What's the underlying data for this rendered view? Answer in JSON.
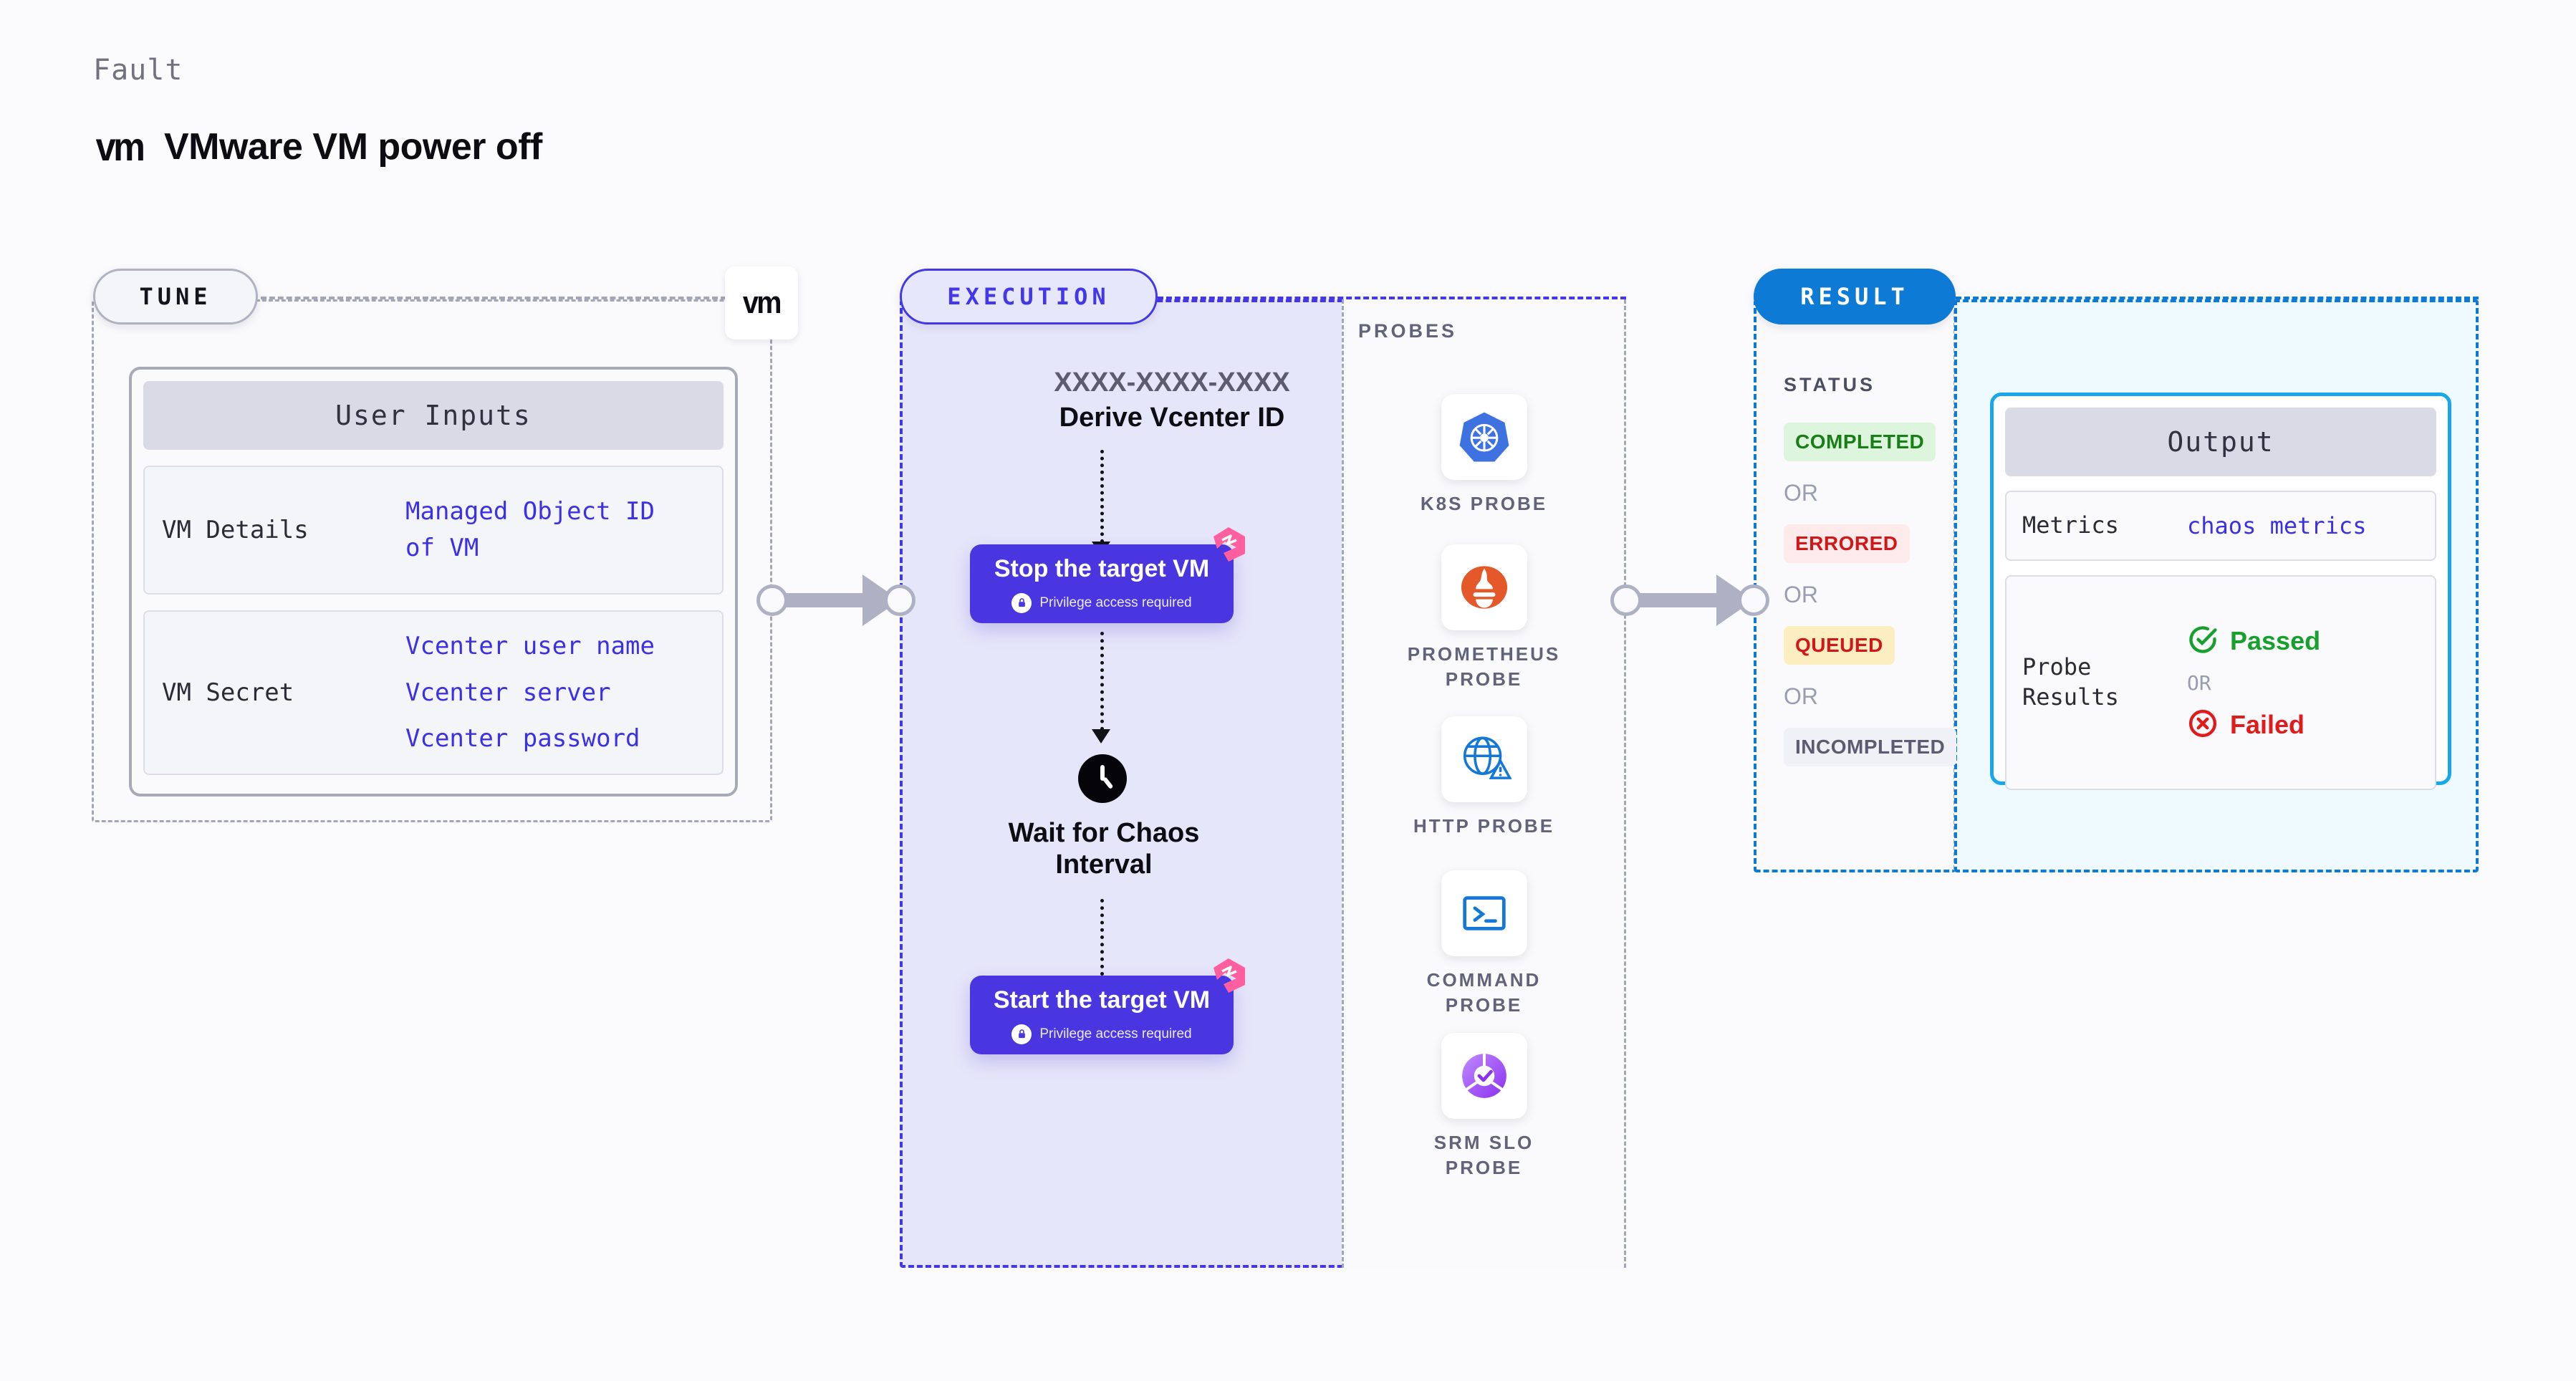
{
  "header": {
    "eyebrow": "Fault",
    "logo_text": "vm",
    "title": "VMware VM power off"
  },
  "tune": {
    "pill_label": "TUNE",
    "badge_logo": "vm",
    "card_title": "User Inputs",
    "rows": [
      {
        "label": "VM Details",
        "values": [
          "Managed Object ID",
          "of VM"
        ]
      },
      {
        "label": "VM Secret",
        "values": [
          "Vcenter user name",
          "Vcenter server",
          "Vcenter password"
        ]
      }
    ]
  },
  "execution": {
    "pill_label": "EXECUTION",
    "derive_id": "XXXX-XXXX-XXXX",
    "derive_label": "Derive Vcenter ID",
    "step_stop": {
      "title": "Stop the target VM",
      "subtitle": "Privilege access required"
    },
    "wait": {
      "label_line1": "Wait for Chaos",
      "label_line2": "Interval"
    },
    "step_start": {
      "title": "Start the target VM",
      "subtitle": "Privilege access required"
    }
  },
  "probes": {
    "title": "PROBES",
    "items": [
      {
        "icon": "kubernetes-icon",
        "name": "K8S  PROBE"
      },
      {
        "icon": "prometheus-icon",
        "name": "PROMETHEUS\nPROBE"
      },
      {
        "icon": "http-globe-warning-icon",
        "name": "HTTP  PROBE"
      },
      {
        "icon": "command-terminal-icon",
        "name": "COMMAND\nPROBE"
      },
      {
        "icon": "srm-slo-icon",
        "name": "SRM  SLO\nPROBE"
      }
    ]
  },
  "result": {
    "pill_label": "RESULT",
    "status_title": "STATUS",
    "or_label": "OR",
    "statuses": [
      {
        "label": "COMPLETED",
        "bg": "#ddf5dd",
        "fg": "#187f18"
      },
      {
        "label": "ERRORED",
        "bg": "#fdeaea",
        "fg": "#d01818"
      },
      {
        "label": "QUEUED",
        "bg": "#fdeec2",
        "fg": "#d01818"
      },
      {
        "label": "INCOMPLETED",
        "bg": "#f0f1f6",
        "fg": "#5b5c70"
      }
    ],
    "output": {
      "card_title": "Output",
      "metrics_label": "Metrics",
      "metrics_value": "chaos metrics",
      "probe_label_line1": "Probe",
      "probe_label_line2": "Results",
      "passed": "Passed",
      "or": "OR",
      "failed": "Failed"
    }
  },
  "colors": {
    "accent_purple": "#4338e8",
    "step_purple": "#4a36e0",
    "accent_blue": "#0d7ad6",
    "output_border": "#18a7e8",
    "pink_mark": "#ff5f9e",
    "link_blue": "#3b30e8"
  }
}
